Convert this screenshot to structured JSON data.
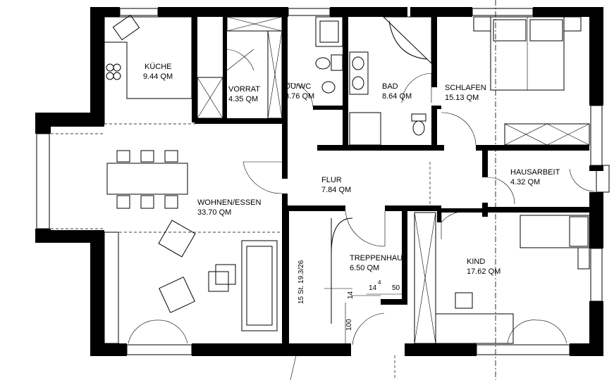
{
  "rooms": {
    "kueche": {
      "name": "KÜCHE",
      "area": "9.44 QM"
    },
    "vorrat": {
      "name": "VORRAT",
      "area": "4.35 QM"
    },
    "duwc": {
      "name": "DU/WC",
      "area": "3.76 QM"
    },
    "bad": {
      "name": "BAD",
      "area": "8.64 QM"
    },
    "schlafen": {
      "name": "SCHLAFEN",
      "area": "15.13 QM"
    },
    "flur": {
      "name": "FLUR",
      "area": "7.84 QM"
    },
    "hausarbeit": {
      "name": "HAUSARBEIT",
      "area": "4.32 QM"
    },
    "wohnen": {
      "name": "WOHNEN/ESSEN",
      "area": "33.70 QM"
    },
    "treppenhaus": {
      "name": "TREPPENHAUS",
      "area": "6.50 QM"
    },
    "kind": {
      "name": "KIND",
      "area": "17.62 QM"
    }
  },
  "dimensions": {
    "stairs": "15 St. 19.3/26",
    "d14a": "14",
    "d14b": "14",
    "d4": "4",
    "d50": "50",
    "d100": "100"
  }
}
